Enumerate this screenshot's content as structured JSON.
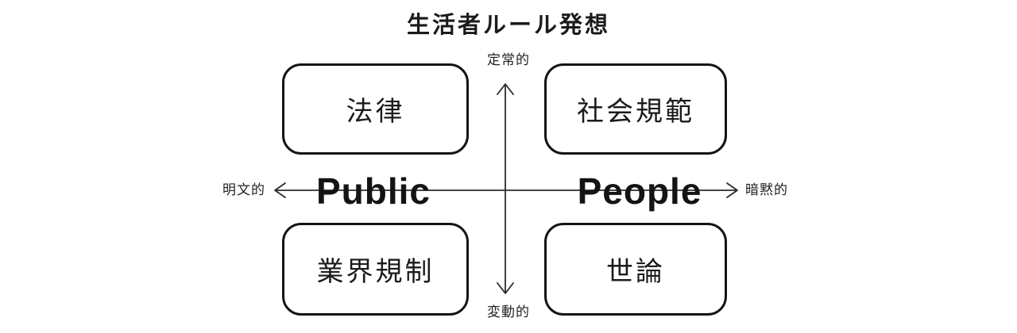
{
  "title": "生活者ルール発想",
  "axes": {
    "vertical": {
      "top_label": "定常的",
      "bottom_label": "変動的"
    },
    "horizontal": {
      "left_label": "明文的",
      "right_label": "暗黙的",
      "left_word": "Public",
      "right_word": "People"
    }
  },
  "quadrants": [
    {
      "position": "top-left",
      "label": "法律"
    },
    {
      "position": "top-right",
      "label": "社会規範"
    },
    {
      "position": "bottom-left",
      "label": "業界規制"
    },
    {
      "position": "bottom-right",
      "label": "世論"
    }
  ],
  "colors": {
    "background": "#ffffff",
    "ink": "#1b1b1b",
    "box_border": "#141414",
    "axis_line": "#2b2b2b"
  }
}
